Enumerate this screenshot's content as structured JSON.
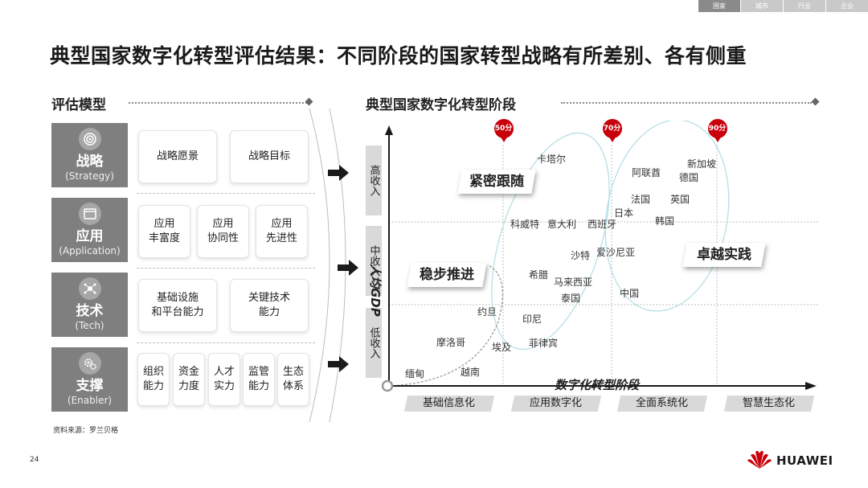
{
  "nav": {
    "tabs": [
      "国家",
      "城市",
      "行业",
      "企业"
    ],
    "active": "国家"
  },
  "title": "典型国家数字化转型评估结果：不同阶段的国家转型战略有所差别、各有侧重",
  "model": {
    "heading": "评估模型",
    "categories": [
      {
        "name": "战略",
        "sub": "(Strategy)",
        "icon": "target-icon",
        "items": [
          "战略愿景",
          "战略目标"
        ]
      },
      {
        "name": "应用",
        "sub": "(Application)",
        "icon": "app-window-icon",
        "items": [
          "应用\n丰富度",
          "应用\n协同性",
          "应用\n先进性"
        ]
      },
      {
        "name": "技术",
        "sub": "(Tech)",
        "icon": "network-hub-icon",
        "items": [
          "基础设施\n和平台能力",
          "关键技术\n能力"
        ]
      },
      {
        "name": "支撑",
        "sub": "(Enabler)",
        "icon": "gears-icon",
        "items": [
          "组织\n能力",
          "资金\n力度",
          "人才\n实力",
          "监管\n能力",
          "生态\n体系"
        ]
      }
    ],
    "source": "资料来源：罗兰贝格"
  },
  "stages": {
    "heading": "典型国家数字化转型阶段",
    "y_axis_label": "人均GDP",
    "x_axis_label": "数字化转型阶段",
    "income_levels": [
      "高收入",
      "中收入",
      "低收入"
    ],
    "stage_labels": [
      "基础信息化",
      "应用数字化",
      "全面系统化",
      "智慧生态化"
    ],
    "score_markers": [
      "50分",
      "70分",
      "90分"
    ],
    "strategies": [
      "紧密跟随",
      "稳步推进",
      "卓越实践"
    ],
    "countries": [
      "卡塔尔",
      "新加坡",
      "阿联酋",
      "德国",
      "法国",
      "英国",
      "日本",
      "科威特",
      "意大利",
      "西班牙",
      "韩国",
      "沙特",
      "爱沙尼亚",
      "希腊",
      "马来西亚",
      "泰国",
      "中国",
      "约旦",
      "印尼",
      "摩洛哥",
      "埃及",
      "菲律宾",
      "缅甸",
      "越南"
    ]
  },
  "footer": {
    "page": "24",
    "brand": "HUAWEI"
  }
}
